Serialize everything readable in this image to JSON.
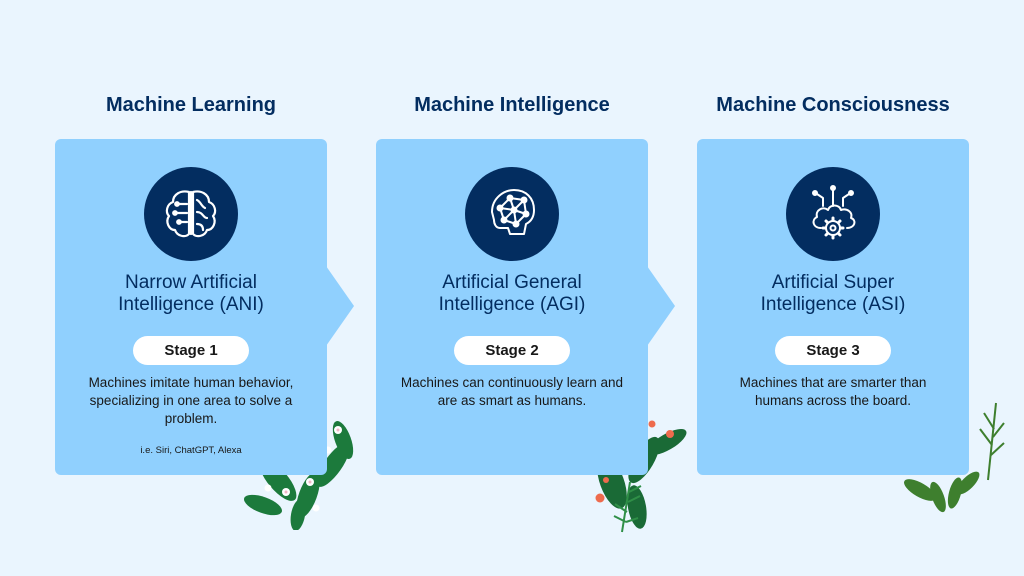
{
  "stages": [
    {
      "heading": "Machine Learning",
      "title_line1": "Narrow Artificial",
      "title_line2": "Intelligence (ANI)",
      "stage_label": "Stage 1",
      "description": "Machines imitate human behavior, specializing in one area to solve a problem.",
      "note": "i.e. Siri, ChatGPT, Alexa",
      "icon": "brain-circuit-icon"
    },
    {
      "heading": "Machine Intelligence",
      "title_line1": "Artificial General",
      "title_line2": "Intelligence (AGI)",
      "stage_label": "Stage 2",
      "description": "Machines can continuously learn and are as smart as humans.",
      "icon": "neural-network-head-icon"
    },
    {
      "heading": "Machine Consciousness",
      "title_line1": "Artificial Super",
      "title_line2": "Intelligence (ASI)",
      "stage_label": "Stage 3",
      "description": "Machines that are smarter than humans across the board.",
      "icon": "cloud-gear-icon"
    }
  ],
  "colors": {
    "background": "#eaf5fe",
    "card": "#90d0fe",
    "heading": "#032d60",
    "icon_circle": "#032d60",
    "pill": "#ffffff",
    "text": "#181818"
  }
}
